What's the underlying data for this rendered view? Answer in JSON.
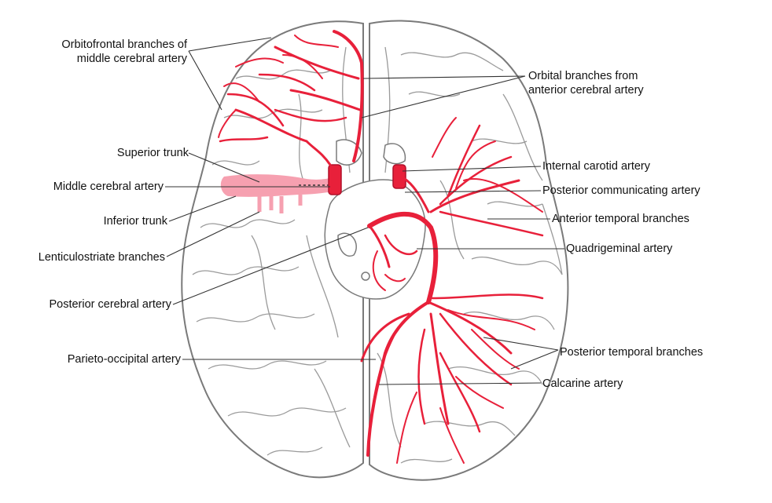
{
  "labels": {
    "orbitofrontal_line1": "Orbitofrontal branches of",
    "orbitofrontal_line2": "middle cerebral artery",
    "superior_trunk": "Superior trunk",
    "middle_cerebral": "Middle cerebral artery",
    "inferior_trunk": "Inferior trunk",
    "lenticulostriate": "Lenticulostriate branches",
    "posterior_cerebral": "Posterior cerebral artery",
    "parieto_occipital": "Parieto-occipital artery",
    "orbital_line1": "Orbital branches from",
    "orbital_line2": "anterior cerebral artery",
    "internal_carotid": "Internal carotid artery",
    "posterior_communicating": "Posterior communicating artery",
    "anterior_temporal": "Anterior temporal branches",
    "quadrigeminal": "Quadrigeminal artery",
    "posterior_temporal": "Posterior temporal branches",
    "calcarine": "Calcarine artery"
  },
  "colors": {
    "artery": "#e8203a",
    "artery_dark": "#b0102a",
    "mca_fill": "#f6a0b0",
    "brain_outline": "#7a7a7a",
    "gyri": "#9a9a9a",
    "leader": "#333333"
  }
}
